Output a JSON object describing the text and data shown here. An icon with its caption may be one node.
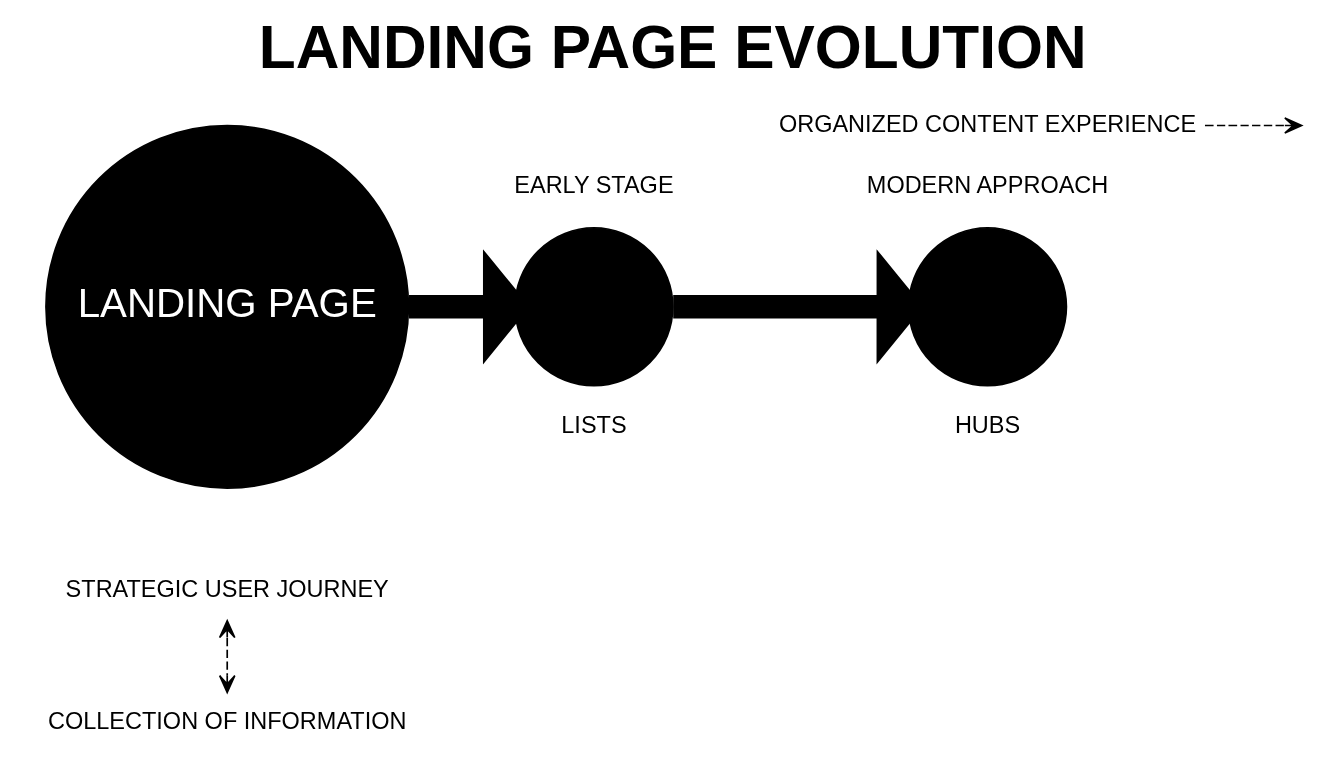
{
  "diagram": {
    "title": "LANDING PAGE EVOLUTION",
    "nodes": [
      {
        "text": [
          "STRATEGIC USER JOURNEY"
        ]
      },
      {
        "text": [
          "COLLECTION OF INFORMATION"
        ]
      },
      {
        "text": [
          "LANDING PAGE"
        ]
      },
      {
        "text": [],
        "shape": "circle",
        "beside": [
          "EARLY STAGE",
          "LISTS"
        ]
      },
      {
        "text": [],
        "shape": "circle",
        "beside": [
          "MODERN APPROACH",
          "HUBS"
        ]
      },
      {
        "text": [
          "ORGANIZED CONTENT EXPERIENCE"
        ]
      }
    ],
    "edges": [
      {
        "from": 0,
        "to": 1,
        "arrow": "both",
        "style": "dashed"
      },
      {
        "from": 2,
        "to": 3,
        "arrow": "to",
        "style": "thick"
      },
      {
        "from": 3,
        "to": 4,
        "arrow": "to",
        "style": "thick"
      },
      {
        "from": 5,
        "to": null,
        "arrow": "to",
        "style": "dashed"
      }
    ]
  }
}
